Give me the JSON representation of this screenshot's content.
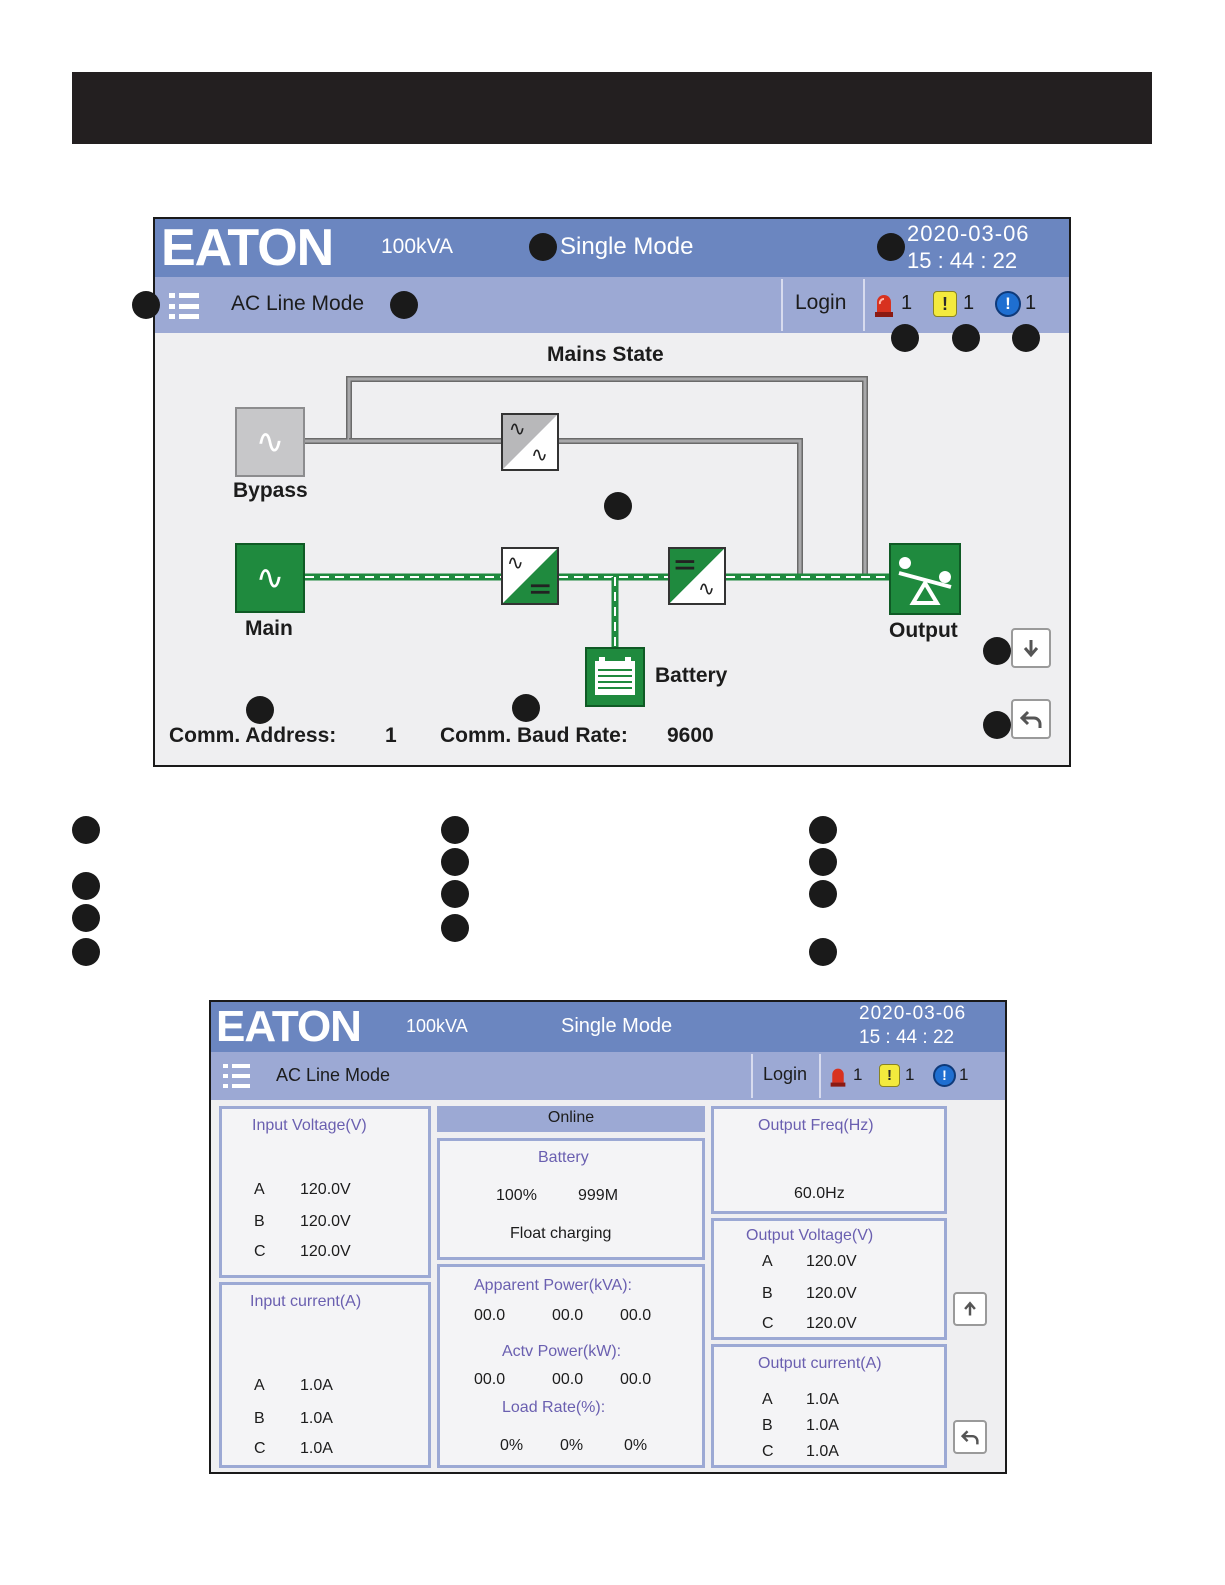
{
  "header": {
    "logo": "EATON",
    "rating": "100kVA",
    "mode": "Single  Mode",
    "date": "2020-03-06",
    "time": "15 : 44 : 22"
  },
  "subheader": {
    "line_mode": "AC Line Mode",
    "login": "Login",
    "alarm_count": "1",
    "warning_count": "1",
    "info_count": "1",
    "warning_glyph": "!",
    "info_glyph": "!"
  },
  "mimic": {
    "title": "Mains State",
    "bypass_label": "Bypass",
    "main_label": "Main",
    "battery_label": "Battery",
    "output_label": "Output",
    "comm_address_label": "Comm.  Address:",
    "comm_address_value": "1",
    "comm_baud_label": "Comm.  Baud Rate:",
    "comm_baud_value": "9600"
  },
  "colors": {
    "header_blue": "#6b86c0",
    "subheader_blue": "#9ca9d4",
    "active_green": "#1f8a3e",
    "inactive_gray": "#c7c7c9",
    "panel_title": "#6a5fb0"
  },
  "icons": {
    "menu": "menu-list-icon",
    "alarm": "siren-icon",
    "warning": "warning-icon",
    "info": "info-icon",
    "scroll_down": "arrow-down-icon",
    "scroll_up": "arrow-up-icon",
    "back": "back-arrow-icon"
  },
  "detail": {
    "input_voltage": {
      "title": "Input Voltage(V)",
      "phases": [
        "A",
        "B",
        "C"
      ],
      "values": [
        "120.0V",
        "120.0V",
        "120.0V"
      ]
    },
    "input_current": {
      "title": "Input current(A)",
      "phases": [
        "A",
        "B",
        "C"
      ],
      "values": [
        "1.0A",
        "1.0A",
        "1.0A"
      ]
    },
    "status": "Online",
    "battery": {
      "title": "Battery",
      "capacity": "100%",
      "runtime": "999M",
      "state": "Float charging"
    },
    "apparent_power": {
      "title": "Apparent Power(kVA):",
      "values": [
        "00.0",
        "00.0",
        "00.0"
      ]
    },
    "active_power": {
      "title": "Actv Power(kW):",
      "values": [
        "00.0",
        "00.0",
        "00.0"
      ]
    },
    "load_rate": {
      "title": "Load Rate(%):",
      "values": [
        "0%",
        "0%",
        "0%"
      ]
    },
    "output_freq": {
      "title": "Output Freq(Hz)",
      "value": "60.0Hz"
    },
    "output_voltage": {
      "title": "Output Voltage(V)",
      "phases": [
        "A",
        "B",
        "C"
      ],
      "values": [
        "120.0V",
        "120.0V",
        "120.0V"
      ]
    },
    "output_current": {
      "title": "Output current(A)",
      "phases": [
        "A",
        "B",
        "C"
      ],
      "values": [
        "1.0A",
        "1.0A",
        "1.0A"
      ]
    }
  }
}
